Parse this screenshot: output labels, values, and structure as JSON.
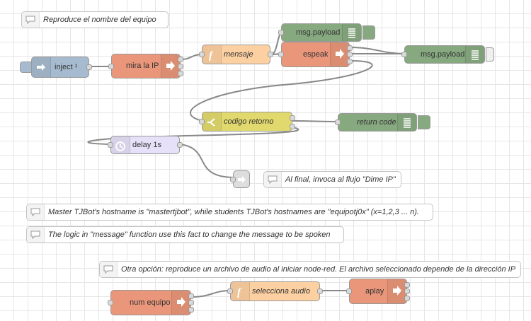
{
  "comments": {
    "reproduce": "Reproduce el nombre del equipo",
    "al_final": "Al final, invoca al flujo \"Dime IP\"",
    "master": "Master TJBot's hostname is \"mastertjbot\", while students TJBot's hostnames are \"equipotj0x\" (x=1,2,3 ... n).",
    "logic": "The logic in \"message\" function use this fact to change the message to be spoken",
    "otra": "Otra opción: reproduce un archivo de audio al iniciar node-red. El archivo seleccionado depende de la dirección IP"
  },
  "nodes": {
    "inject": "inject ¹",
    "mira_ip": "mira la IP",
    "mensaje": "mensaje",
    "espeak": "espeak",
    "debug_top": "msg.payload",
    "debug_right": "msg.payload",
    "codigo_retorno": "codigo retorno",
    "return_code": "return code",
    "delay": "delay 1s",
    "num_equipo": "num equipo",
    "selecciona_audio": "selecciona audio",
    "aplay": "aplay"
  },
  "colors": {
    "exec": "#e9967a",
    "function": "#fdd0a2",
    "debug": "#87a980",
    "inject": "#a6bbcf",
    "switch": "#e2d96e",
    "delay": "#e6e0f8",
    "link": "#dddddd",
    "wire": "#888888"
  }
}
